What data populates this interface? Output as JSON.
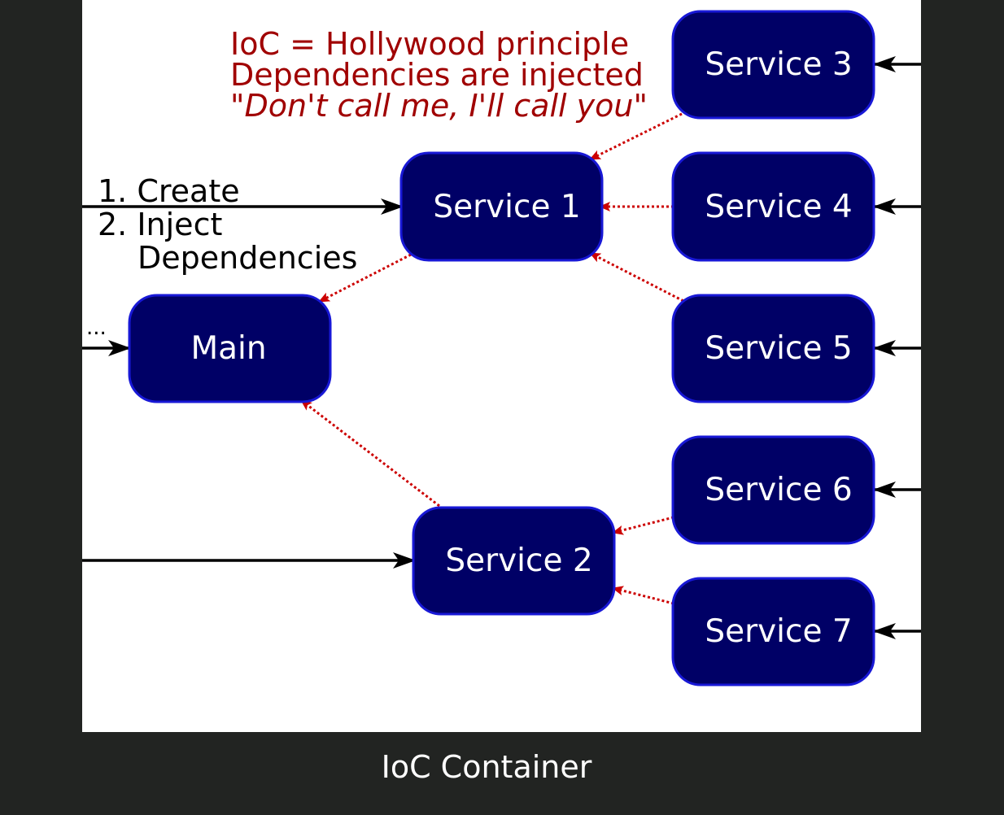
{
  "diagram": {
    "caption": "IoC Container",
    "colors": {
      "background": "#222422",
      "container": "#ffffff",
      "node_fill": "#000066",
      "node_border": "#1818d6",
      "dependency_arrow": "#cc0000",
      "note_text": "#a00000",
      "flow_arrow": "#000000"
    },
    "note": {
      "line1": "IoC = Hollywood principle",
      "line2": "Dependencies are injected",
      "quote_open": "\"",
      "quote_italic": "Don't call me, I'll call you",
      "quote_close": "\""
    },
    "steps": {
      "step1": "1. Create",
      "step2": "2. Inject",
      "step2_cont": "Dependencies"
    },
    "ellipsis": "...",
    "nodes": {
      "main": "Main",
      "service1": "Service 1",
      "service2": "Service 2",
      "service3": "Service 3",
      "service4": "Service 4",
      "service5": "Service 5",
      "service6": "Service 6",
      "service7": "Service 7"
    },
    "edges": [
      {
        "from": "Service 3",
        "to": "Service 1",
        "style": "dotted"
      },
      {
        "from": "Service 4",
        "to": "Service 1",
        "style": "dotted"
      },
      {
        "from": "Service 5",
        "to": "Service 1",
        "style": "dotted"
      },
      {
        "from": "Service 1",
        "to": "Main",
        "style": "dotted"
      },
      {
        "from": "Service 2",
        "to": "Main",
        "style": "dotted"
      },
      {
        "from": "Service 6",
        "to": "Service 2",
        "style": "dotted"
      },
      {
        "from": "Service 7",
        "to": "Service 2",
        "style": "dotted"
      }
    ]
  }
}
